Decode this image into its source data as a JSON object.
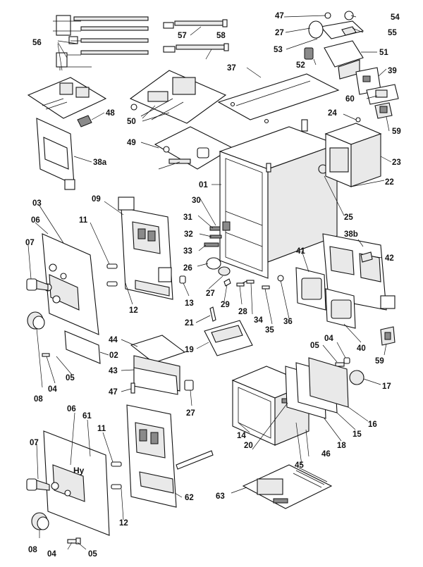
{
  "labels": {
    "p01": "01",
    "p02": "02",
    "p03": "03",
    "p04a": "04",
    "p04b": "04",
    "p04c": "04",
    "p05a": "05",
    "p05b": "05",
    "p05c": "05",
    "p06a": "06",
    "p06b": "06",
    "p07a": "07",
    "p07b": "07",
    "p08a": "08",
    "p08b": "08",
    "p09": "09",
    "p11a": "11",
    "p11b": "11",
    "p12a": "12",
    "p12b": "12",
    "p13": "13",
    "p14": "14",
    "p15": "15",
    "p16": "16",
    "p17": "17",
    "p18": "18",
    "p19": "19",
    "p20": "20",
    "p21": "21",
    "p22": "22",
    "p23": "23",
    "p24": "24",
    "p25": "25",
    "p26": "26",
    "p27a": "27",
    "p27b": "27",
    "p27c": "27",
    "p28": "28",
    "p29": "29",
    "p30": "30",
    "p31": "31",
    "p32": "32",
    "p33": "33",
    "p34": "34",
    "p35": "35",
    "p36": "36",
    "p37": "37",
    "p38a": "38a",
    "p38b": "38b",
    "p39": "39",
    "p40": "40",
    "p41": "41",
    "p42": "42",
    "p43": "43",
    "p44": "44",
    "p45": "45",
    "p46": "46",
    "p47a": "47",
    "p47b": "47",
    "p48": "48",
    "p49": "49",
    "p50": "50",
    "p51": "51",
    "p52": "52",
    "p53": "53",
    "p54": "54",
    "p55": "55",
    "p56": "56",
    "p57": "57",
    "p58": "58",
    "p59a": "59",
    "p59b": "59",
    "p60": "60",
    "p61": "61",
    "p62": "62",
    "p63": "63"
  },
  "panel_mark": "Hy"
}
